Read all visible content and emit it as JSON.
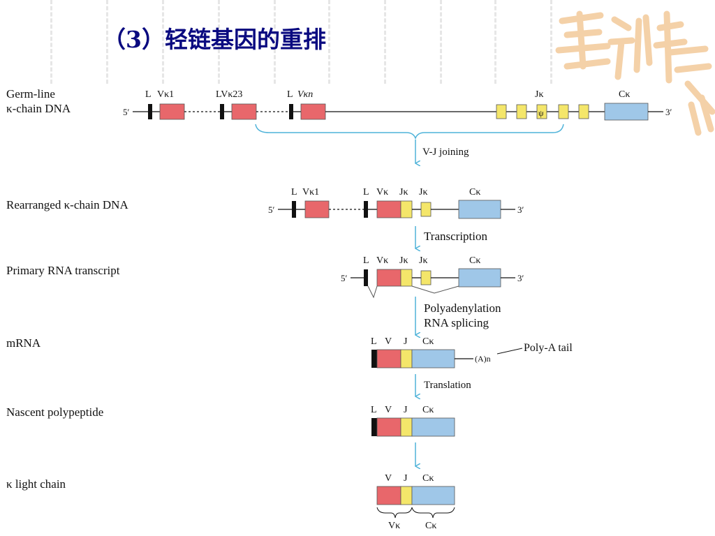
{
  "title": "（3）轻链基因的重排",
  "colors": {
    "title": "#0a0a80",
    "v_segment": "#e8676b",
    "j_segment": "#f4e66a",
    "c_segment": "#9fc7e8",
    "leader": "#111111",
    "arrow": "#4fb3d9"
  },
  "rows": {
    "germline": {
      "label_line1": "Germ-line",
      "label_line2": "κ-chain DNA",
      "L1": "L",
      "V1": "Vκ1",
      "LV23": "LVκ23",
      "Ln": "L",
      "Vn": "Vκn",
      "J": "Jκ",
      "C": "Cκ",
      "five": "5′",
      "three": "3′",
      "psi": "ψ"
    },
    "rearranged": {
      "label": "Rearranged κ-chain DNA",
      "L1": "L",
      "V1": "Vκ1",
      "L2": "L",
      "V2": "Vκ",
      "J1": "Jκ",
      "J2": "Jκ",
      "C": "Cκ",
      "five": "5′",
      "three": "3′"
    },
    "primary": {
      "label": "Primary RNA transcript",
      "L": "L",
      "V": "Vκ",
      "J1": "Jκ",
      "J2": "Jκ",
      "C": "Cκ",
      "five": "5′",
      "three": "3′"
    },
    "mrna": {
      "label": "mRNA",
      "L": "L",
      "V": "V",
      "J": "J",
      "C": "Cκ",
      "polyA": "(A)n",
      "polyA_tail": "Poly-A tail"
    },
    "nascent": {
      "label": "Nascent polypeptide",
      "L": "L",
      "V": "V",
      "J": "J",
      "C": "Cκ"
    },
    "light": {
      "label": "κ light chain",
      "V": "V",
      "J": "J",
      "C": "Cκ",
      "Vk": "Vκ",
      "Ck": "Cκ"
    }
  },
  "steps": {
    "vj": "V-J joining",
    "transcription": "Transcription",
    "poly1": "Polyadenylation",
    "poly2": "RNA splicing",
    "translation": "Translation"
  }
}
